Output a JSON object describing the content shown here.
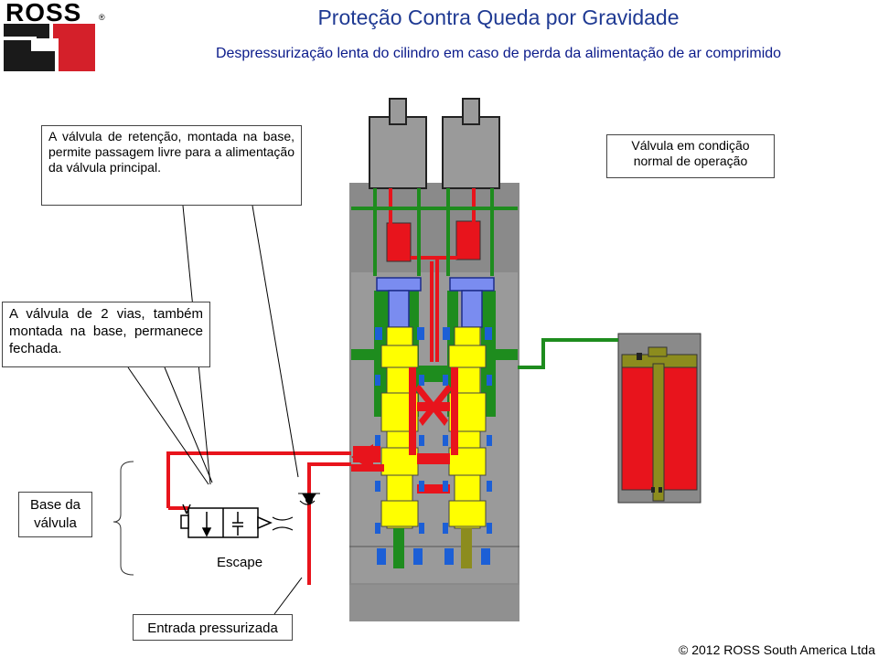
{
  "header": {
    "logo_text": "ROSS",
    "registered_mark": "®",
    "title": "Proteção Contra Queda por Gravidade",
    "subtitle": "Despressurização lenta do cilindro em caso de perda da alimentação de ar comprimido"
  },
  "callouts": {
    "check_valve": "A válvula de retenção, montada na base, permite passagem livre para a alimentação da válvula principal.",
    "normal_condition": "Válvula em condição normal  de operação",
    "two_way_valve": "A válvula de 2 vias, também montada na base, permanece fechada.",
    "valve_base": "Base da válvula",
    "exhaust": "Escape",
    "pressurized_inlet": "Entrada pressurizada"
  },
  "footer": {
    "copyright": "©  2012 ROSS South America Ltda"
  },
  "colors": {
    "title_blue": "#1f3a93",
    "pressure_red": "#e8141c",
    "exhaust_green": "#1e8c1e",
    "spool_yellow": "#ffff00",
    "seal_blue": "#1c5fd6",
    "body_gray": "#808080",
    "piston_olive": "#8c8c1e",
    "logo_red": "#d4202a"
  },
  "icons": [
    "ross-logo-icon",
    "check-valve-symbol-icon",
    "two-way-valve-symbol-icon",
    "silencer-icon"
  ]
}
